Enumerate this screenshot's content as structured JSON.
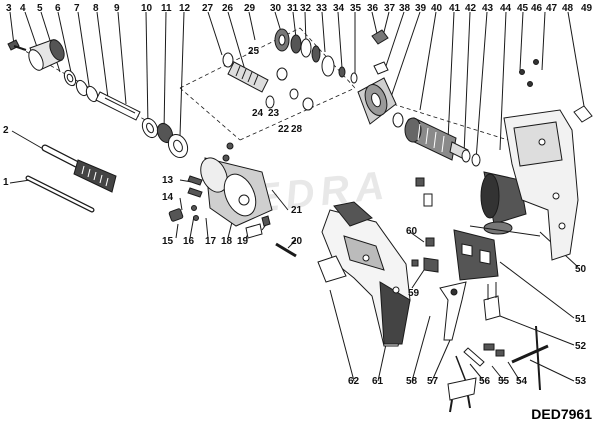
{
  "figure": {
    "model_code": "DED7961",
    "watermark": "DEDRA",
    "part_numbers": [
      "1",
      "2",
      "3",
      "4",
      "5",
      "6",
      "7",
      "8",
      "9",
      "10",
      "11",
      "12",
      "13",
      "14",
      "15",
      "16",
      "17",
      "18",
      "19",
      "20",
      "21",
      "22",
      "23",
      "24",
      "25",
      "26",
      "27",
      "28",
      "29",
      "30",
      "31",
      "32",
      "33",
      "34",
      "35",
      "36",
      "37",
      "38",
      "39",
      "40",
      "41",
      "42",
      "43",
      "44",
      "45",
      "46",
      "47",
      "48",
      "49",
      "50",
      "51",
      "52",
      "53",
      "54",
      "55",
      "56",
      "57",
      "58",
      "59",
      "60",
      "61",
      "62"
    ]
  },
  "colors": {
    "line": "#1a1a1a",
    "grip": "#444444",
    "fill": "#ffffff",
    "shade": "#d9d9d9"
  }
}
